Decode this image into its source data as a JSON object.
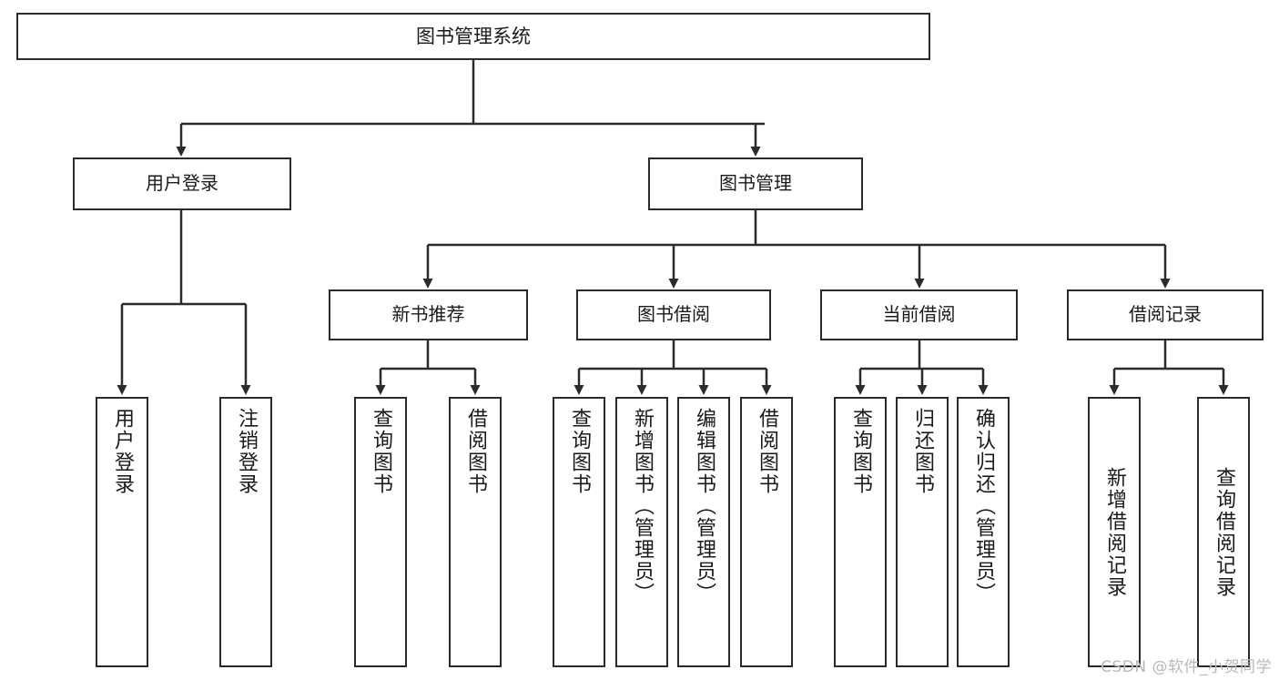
{
  "diagram": {
    "type": "hierarchy-tree",
    "title": "图书管理系统",
    "watermark": "CSDN @软件_小贺同学",
    "colors": {
      "box_border": "#2b2b2b",
      "box_fill": "#ffffff",
      "connector": "#2b2b2b",
      "text": "#1a1a1a",
      "watermark": "#b9b9b9",
      "background": "#ffffff"
    },
    "root": {
      "label": "图书管理系统",
      "level": 0
    },
    "level1": [
      {
        "label": "用户登录",
        "level": 1
      },
      {
        "label": "图书管理",
        "level": 1
      }
    ],
    "level2": [
      {
        "label": "新书推荐",
        "level": 2,
        "parent": "图书管理"
      },
      {
        "label": "图书借阅",
        "level": 2,
        "parent": "图书管理"
      },
      {
        "label": "当前借阅",
        "level": 2,
        "parent": "图书管理"
      },
      {
        "label": "借阅记录",
        "level": 2,
        "parent": "图书管理"
      }
    ],
    "leaves": [
      {
        "label": "用户登录",
        "parent": "用户登录",
        "group": 0
      },
      {
        "label": "注销登录",
        "parent": "用户登录",
        "group": 0
      },
      {
        "label": "查询图书",
        "parent": "新书推荐",
        "group": 1
      },
      {
        "label": "借阅图书",
        "parent": "新书推荐",
        "group": 1
      },
      {
        "label": "查询图书",
        "parent": "图书借阅",
        "group": 2
      },
      {
        "label": "新增图书（管理员）",
        "parent": "图书借阅",
        "group": 2
      },
      {
        "label": "编辑图书（管理员）",
        "parent": "图书借阅",
        "group": 2
      },
      {
        "label": "借阅图书",
        "parent": "图书借阅",
        "group": 2
      },
      {
        "label": "查询图书",
        "parent": "当前借阅",
        "group": 3
      },
      {
        "label": "归还图书",
        "parent": "当前借阅",
        "group": 3
      },
      {
        "label": "确认归还（管理员）",
        "parent": "当前借阅",
        "group": 3
      },
      {
        "label": "新增借阅记录",
        "parent": "借阅记录",
        "group": 4
      },
      {
        "label": "查询借阅记录",
        "parent": "借阅记录",
        "group": 4
      }
    ]
  }
}
